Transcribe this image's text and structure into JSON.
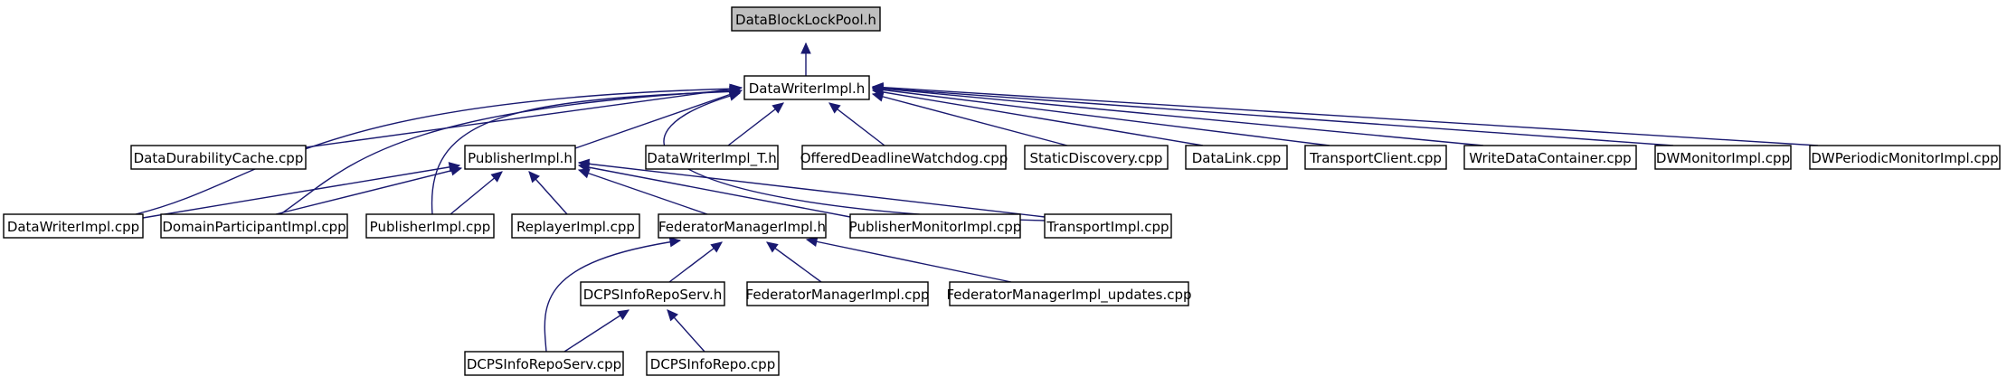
{
  "graph": {
    "edge_color": "#191970",
    "root_fill": "#bfbfbf",
    "node_fill": "#ffffff",
    "nodes": [
      {
        "id": "n0",
        "label": "DataBlockLockPool.h"
      },
      {
        "id": "n1",
        "label": "DataWriterImpl.h"
      },
      {
        "id": "n2",
        "label": "DataDurabilityCache.cpp"
      },
      {
        "id": "n3",
        "label": "PublisherImpl.h"
      },
      {
        "id": "n4",
        "label": "DataWriterImpl_T.h"
      },
      {
        "id": "n5",
        "label": "OfferedDeadlineWatchdog.cpp"
      },
      {
        "id": "n6",
        "label": "StaticDiscovery.cpp"
      },
      {
        "id": "n7",
        "label": "DataLink.cpp"
      },
      {
        "id": "n8",
        "label": "TransportClient.cpp"
      },
      {
        "id": "n9",
        "label": "WriteDataContainer.cpp"
      },
      {
        "id": "n10",
        "label": "DWMonitorImpl.cpp"
      },
      {
        "id": "n11",
        "label": "DWPeriodicMonitorImpl.cpp"
      },
      {
        "id": "n12",
        "label": "DataWriterImpl.cpp"
      },
      {
        "id": "n13",
        "label": "DomainParticipantImpl.cpp"
      },
      {
        "id": "n14",
        "label": "PublisherImpl.cpp"
      },
      {
        "id": "n15",
        "label": "ReplayerImpl.cpp"
      },
      {
        "id": "n16",
        "label": "FederatorManagerImpl.h"
      },
      {
        "id": "n17",
        "label": "PublisherMonitorImpl.cpp"
      },
      {
        "id": "n18",
        "label": "TransportImpl.cpp"
      },
      {
        "id": "n19",
        "label": "DCPSInfoRepoServ.h"
      },
      {
        "id": "n20",
        "label": "FederatorManagerImpl.cpp"
      },
      {
        "id": "n21",
        "label": "FederatorManagerImpl_updates.cpp"
      },
      {
        "id": "n22",
        "label": "DCPSInfoRepoServ.cpp"
      },
      {
        "id": "n23",
        "label": "DCPSInfoRepo.cpp"
      }
    ],
    "edges": [
      {
        "from": "n1",
        "to": "n0"
      },
      {
        "from": "n2",
        "to": "n1"
      },
      {
        "from": "n3",
        "to": "n1"
      },
      {
        "from": "n4",
        "to": "n1"
      },
      {
        "from": "n5",
        "to": "n1"
      },
      {
        "from": "n6",
        "to": "n1"
      },
      {
        "from": "n7",
        "to": "n1"
      },
      {
        "from": "n8",
        "to": "n1"
      },
      {
        "from": "n9",
        "to": "n1"
      },
      {
        "from": "n10",
        "to": "n1"
      },
      {
        "from": "n11",
        "to": "n1"
      },
      {
        "from": "n12",
        "to": "n1"
      },
      {
        "from": "n13",
        "to": "n1"
      },
      {
        "from": "n14",
        "to": "n1"
      },
      {
        "from": "n18",
        "to": "n1"
      },
      {
        "from": "n12",
        "to": "n3"
      },
      {
        "from": "n13",
        "to": "n3"
      },
      {
        "from": "n14",
        "to": "n3"
      },
      {
        "from": "n15",
        "to": "n3"
      },
      {
        "from": "n16",
        "to": "n3"
      },
      {
        "from": "n17",
        "to": "n3"
      },
      {
        "from": "n18",
        "to": "n3"
      },
      {
        "from": "n19",
        "to": "n16"
      },
      {
        "from": "n20",
        "to": "n16"
      },
      {
        "from": "n21",
        "to": "n16"
      },
      {
        "from": "n22",
        "to": "n16"
      },
      {
        "from": "n22",
        "to": "n19"
      },
      {
        "from": "n23",
        "to": "n19"
      }
    ]
  }
}
